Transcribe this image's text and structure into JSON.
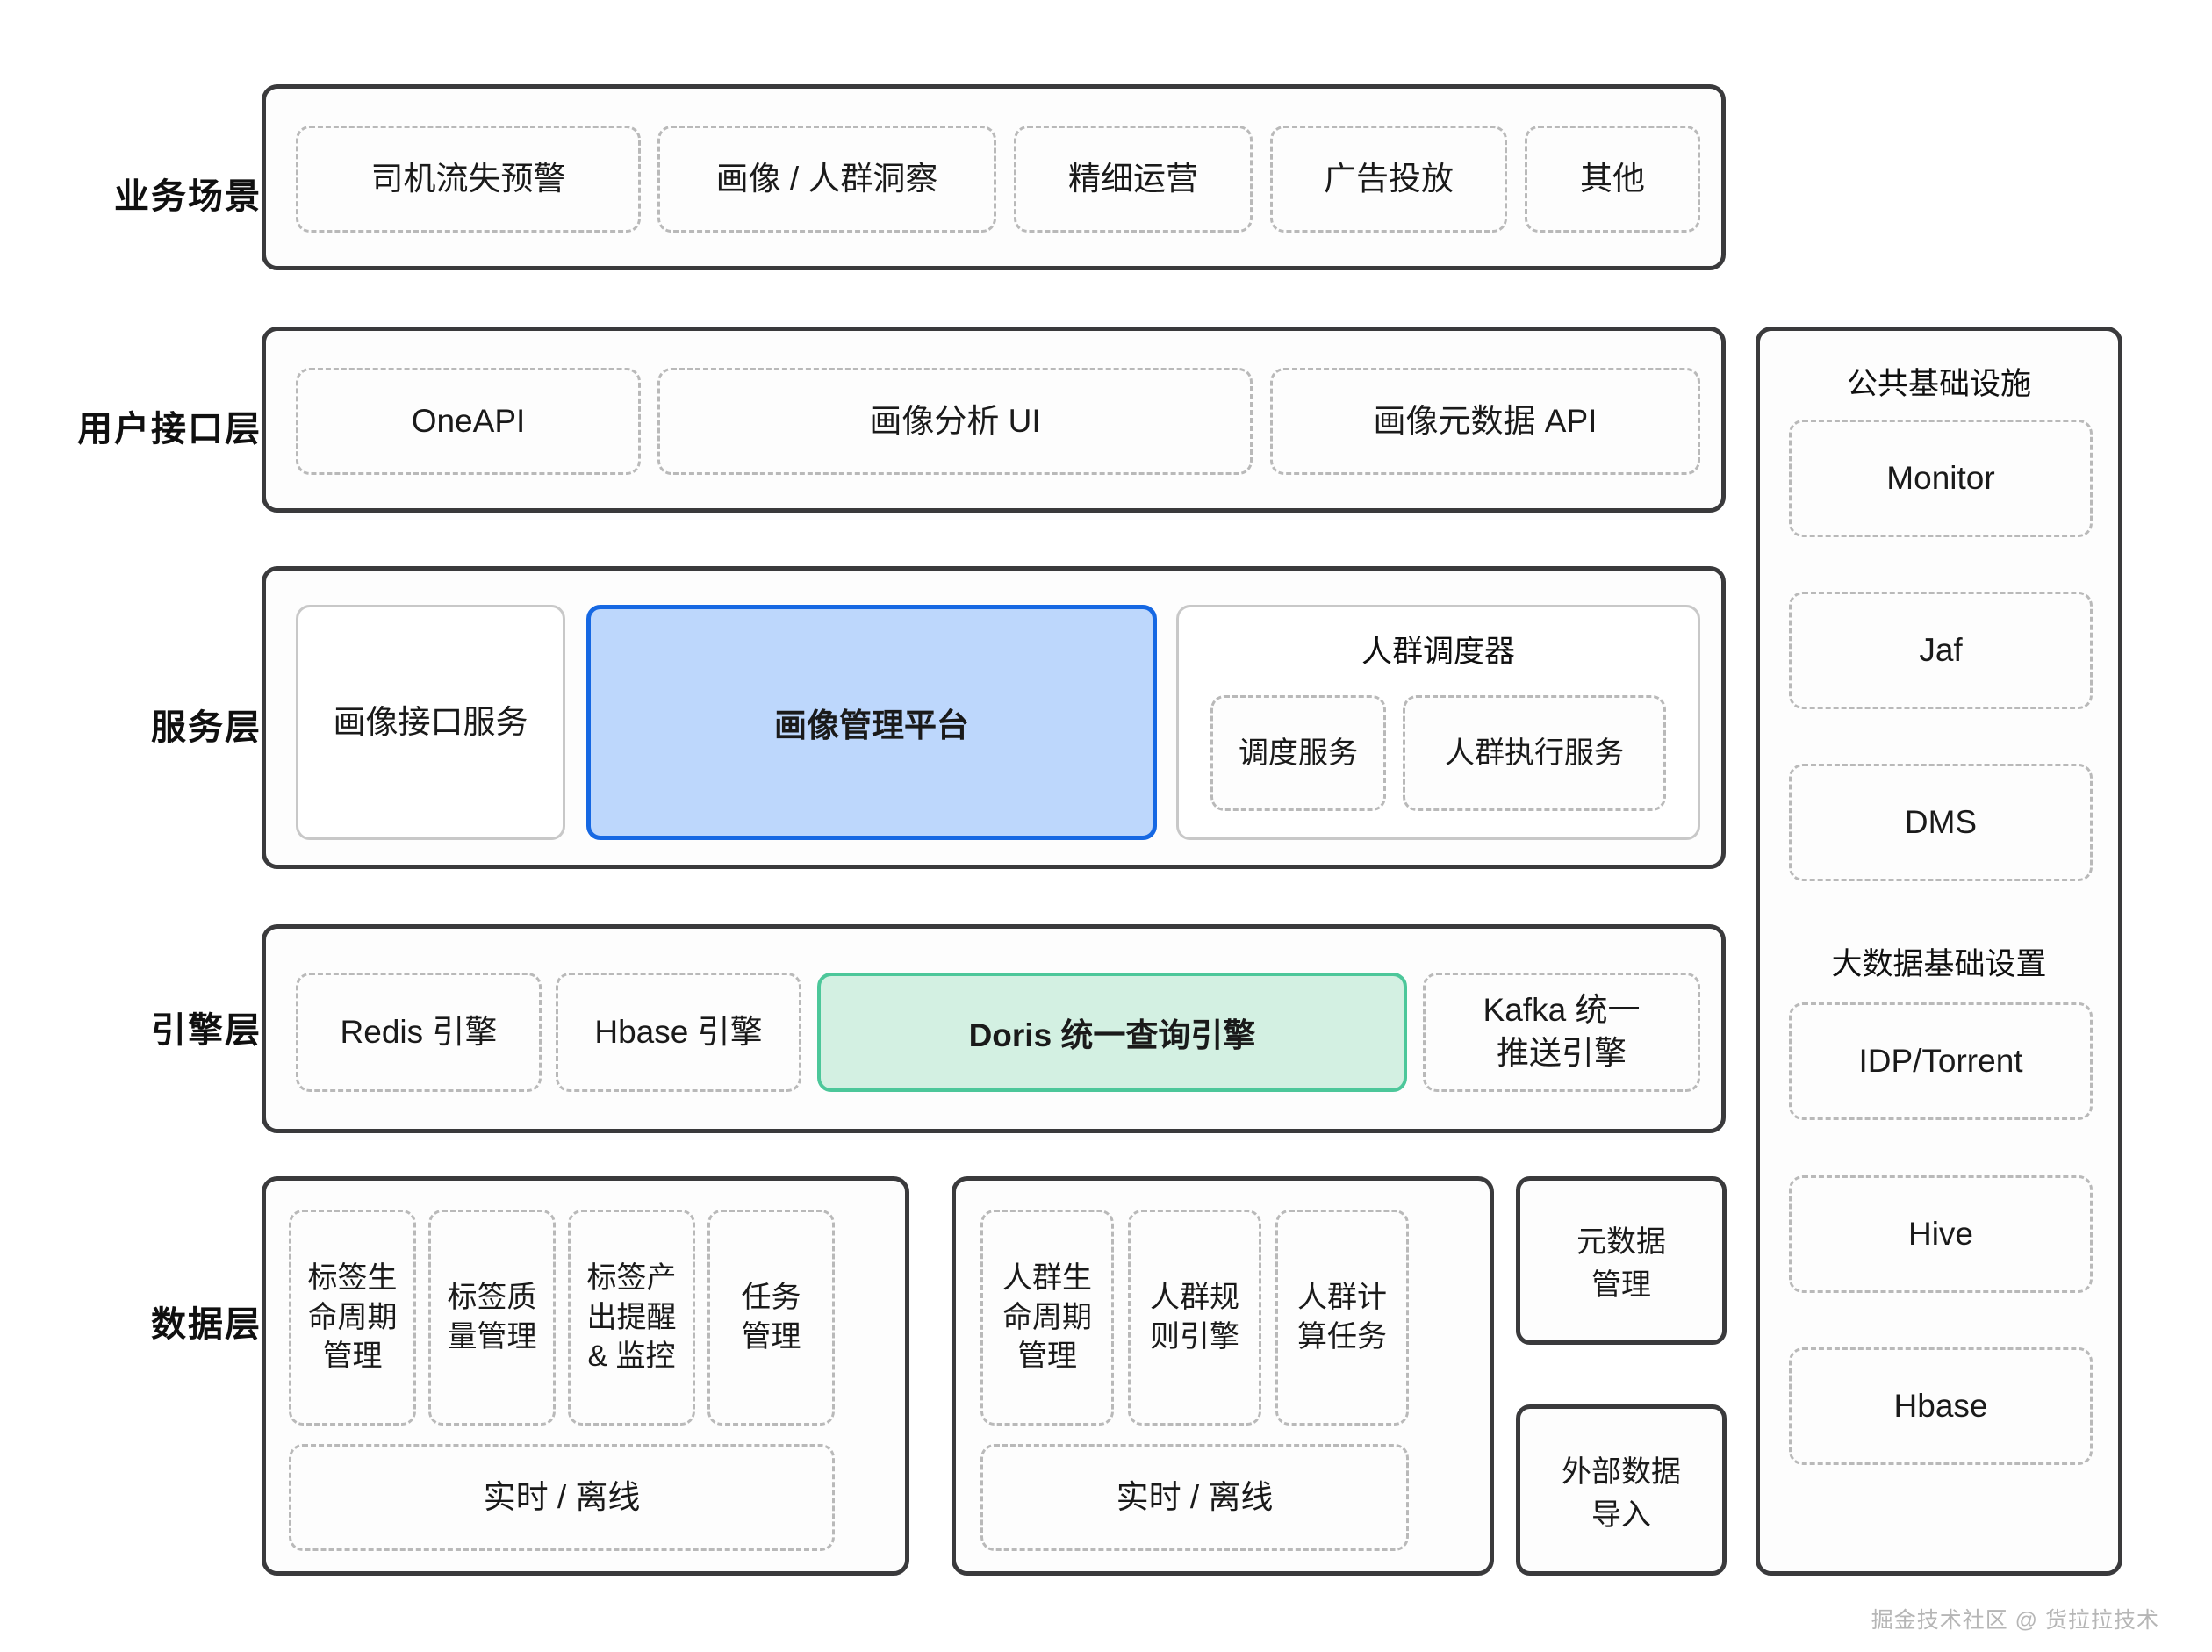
{
  "layers": [
    {
      "id": "business",
      "label": "业务场景"
    },
    {
      "id": "ui",
      "label": "用户接口层"
    },
    {
      "id": "service",
      "label": "服务层"
    },
    {
      "id": "engine",
      "label": "引擎层"
    },
    {
      "id": "data",
      "label": "数据层"
    }
  ],
  "business_scenarios": [
    {
      "label": "司机流失预警"
    },
    {
      "label": "画像 / 人群洞察"
    },
    {
      "label": "精细运营"
    },
    {
      "label": "广告投放"
    },
    {
      "label": "其他"
    }
  ],
  "ui_layer": [
    {
      "label": "OneAPI"
    },
    {
      "label": "画像分析 UI"
    },
    {
      "label": "画像元数据 API"
    }
  ],
  "service_layer": {
    "profile_api_service": "画像接口服务",
    "profile_platform": "画像管理平台",
    "scheduler": {
      "title": "人群调度器",
      "items": [
        {
          "label": "调度服务"
        },
        {
          "label": "人群执行服务"
        }
      ]
    }
  },
  "engine_layer": [
    {
      "label": "Redis 引擎",
      "style": "dashed"
    },
    {
      "label": "Hbase 引擎",
      "style": "dashed"
    },
    {
      "label": "Doris 统一查询引擎",
      "style": "green"
    },
    {
      "label": "Kafka 统一\n推送引擎",
      "style": "dashed"
    }
  ],
  "data_layer": {
    "tag_group": {
      "items": [
        {
          "label": "标签生\n命周期\n管理"
        },
        {
          "label": "标签质\n量管理"
        },
        {
          "label": "标签产\n出提醒\n& 监控"
        },
        {
          "label": "任务\n管理"
        }
      ],
      "footer": "实时 / 离线"
    },
    "crowd_group": {
      "items": [
        {
          "label": "人群生\n命周期\n管理"
        },
        {
          "label": "人群规\n则引擎"
        },
        {
          "label": "人群计\n算任务"
        }
      ],
      "footer": "实时 / 离线"
    },
    "side_boxes": [
      {
        "label": "元数据\n管理"
      },
      {
        "label": "外部数据\n导入"
      }
    ]
  },
  "infrastructure": {
    "common": {
      "title": "公共基础设施",
      "items": [
        {
          "label": "Monitor"
        },
        {
          "label": "Jaf"
        },
        {
          "label": "DMS"
        }
      ]
    },
    "bigdata": {
      "title": "大数据基础设置",
      "items": [
        {
          "label": "IDP/Torrent"
        },
        {
          "label": "Hive"
        },
        {
          "label": "Hbase"
        }
      ]
    }
  },
  "watermark": "掘金技术社区 @ 货拉拉技术",
  "colors": {
    "highlight_blue_fill": "#bdd7fc",
    "highlight_blue_border": "#1668e3",
    "highlight_green_fill": "#d3f0e2",
    "highlight_green_border": "#4cc79a",
    "group_border": "#3a3a3c",
    "node_border": "#b9b9b9"
  }
}
